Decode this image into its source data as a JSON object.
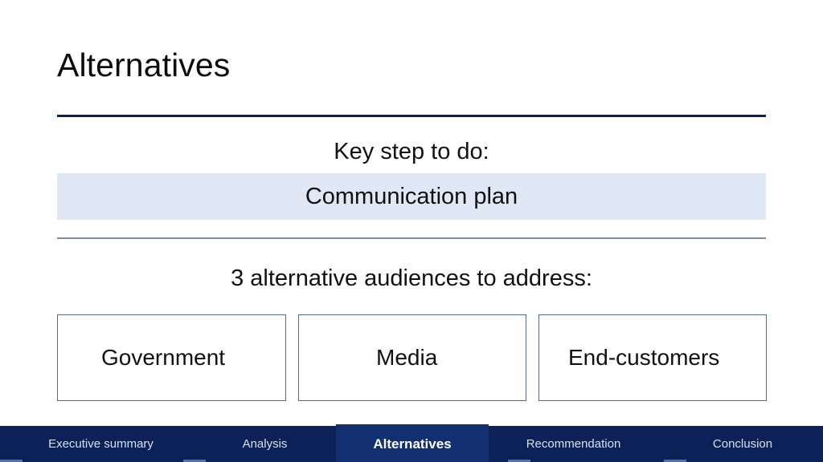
{
  "slide": {
    "title": "Alternatives",
    "accent_color": "#0b2158",
    "band_color": "#dfe8f4",
    "box_border_color": "#526b92",
    "divider_color": "#7c8ca0"
  },
  "key_step": {
    "heading": "Key step to do:",
    "value": "Communication plan"
  },
  "audiences": {
    "heading": "3 alternative audiences to address:",
    "items": [
      {
        "label": "Government"
      },
      {
        "label": "Media"
      },
      {
        "label": "End-customers"
      }
    ]
  },
  "footer_nav": {
    "active": "Alternatives",
    "items": [
      {
        "label": "Executive summary"
      },
      {
        "label": "Analysis"
      },
      {
        "label": "Alternatives"
      },
      {
        "label": "Recommendation"
      },
      {
        "label": "Conclusion"
      }
    ]
  }
}
